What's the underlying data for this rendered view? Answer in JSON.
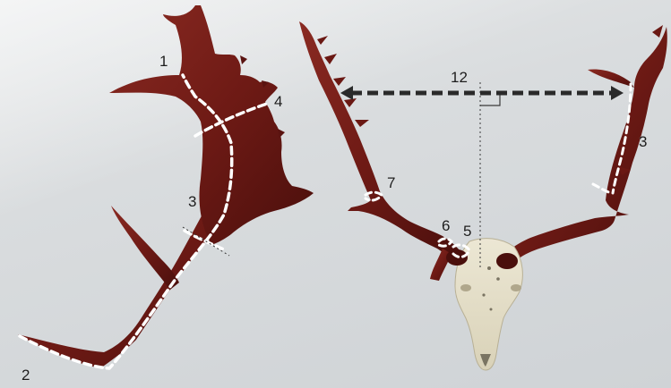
{
  "diagram": {
    "colors": {
      "antler": "#6e1a15",
      "antler_dark": "#4a0f0c",
      "antler_light": "#8a2a22",
      "skull": "#e2dcc6",
      "measure_line": "#ffffff",
      "spread_line": "#2a2a2a"
    },
    "labels": {
      "l1": "1",
      "l2": "2",
      "l3_left": "3",
      "l4": "4",
      "l3_right": "3",
      "l5": "5",
      "l6": "6",
      "l7": "7",
      "l12": "12"
    },
    "icons": {
      "right_angle": "right-angle-marker",
      "arrow_left": "arrowhead-left",
      "arrow_right": "arrowhead-right"
    }
  }
}
